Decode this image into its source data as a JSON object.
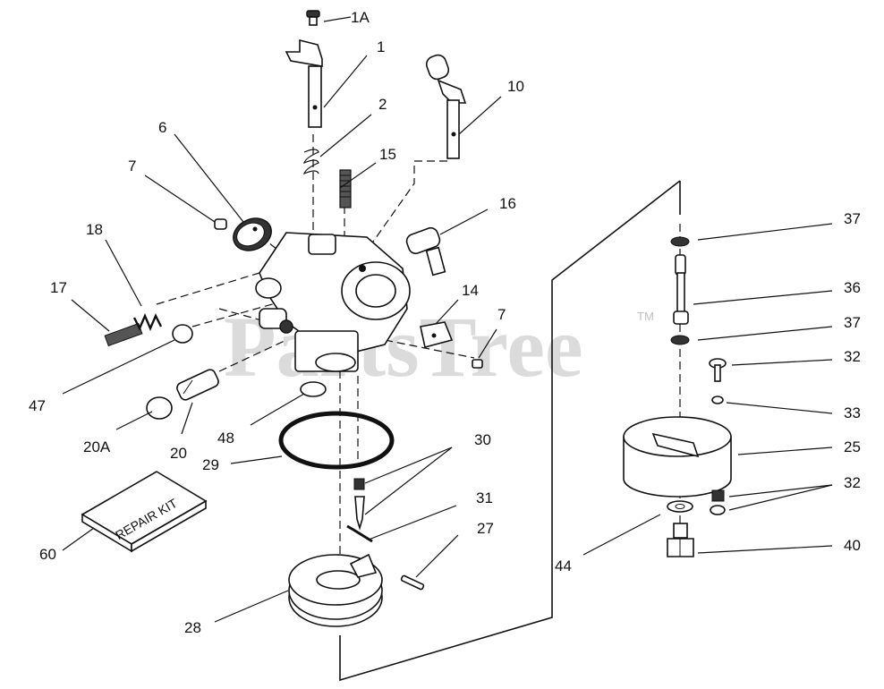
{
  "watermark": {
    "text": "PartsTree",
    "tm": "TM"
  },
  "kit_label": "REPAIR KIT",
  "callouts": {
    "p1A": "1A",
    "p1": "1",
    "p2": "2",
    "p10": "10",
    "p6": "6",
    "p7a": "7",
    "p15": "15",
    "p16": "16",
    "p18": "18",
    "p17": "17",
    "p14": "14",
    "p7b": "7",
    "p47": "47",
    "p20A": "20A",
    "p20": "20",
    "p48": "48",
    "p29": "29",
    "p30": "30",
    "p31": "31",
    "p27": "27",
    "p60": "60",
    "p28": "28",
    "p37a": "37",
    "p36": "36",
    "p37b": "37",
    "p32a": "32",
    "p33": "33",
    "p25": "25",
    "p32b": "32",
    "p40": "40",
    "p44": "44"
  }
}
